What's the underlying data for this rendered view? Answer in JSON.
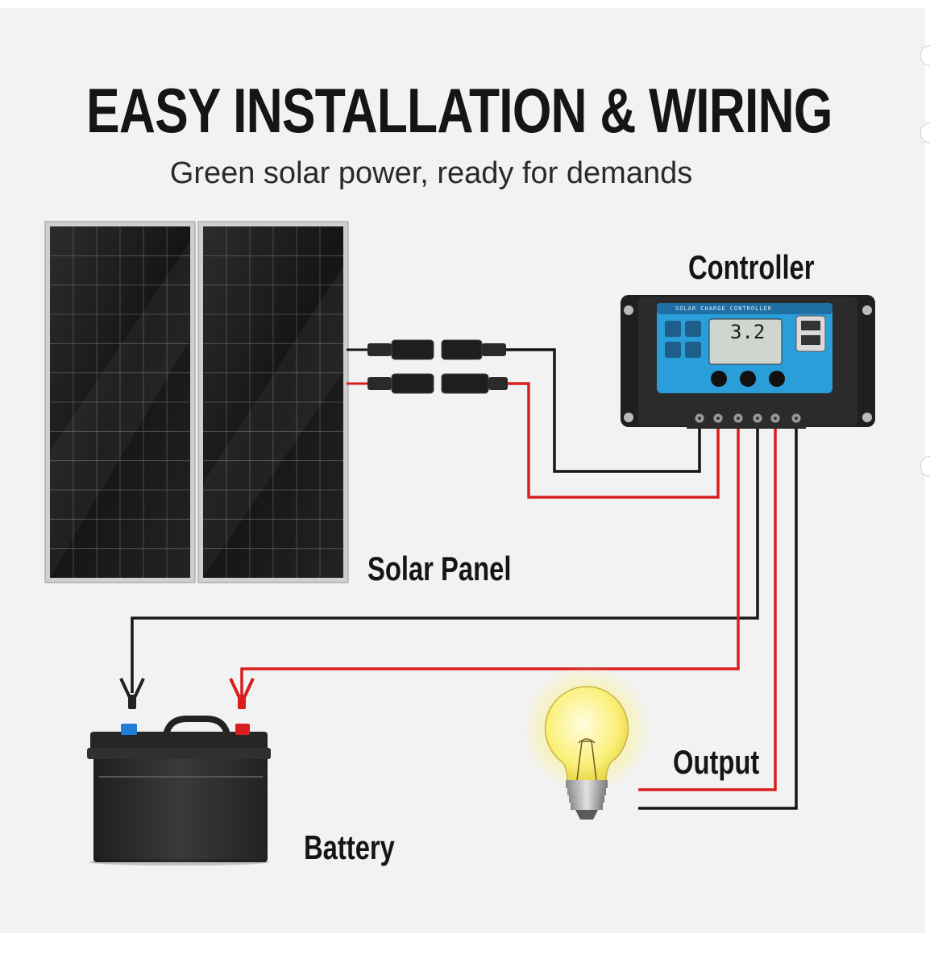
{
  "header": {
    "title": "EASY INSTALLATION & WIRING",
    "subtitle": "Green solar power, ready for demands"
  },
  "labels": {
    "controller": "Controller",
    "solar_panel": "Solar Panel",
    "battery": "Battery",
    "output": "Output"
  },
  "controller_device": {
    "banner": "SOLAR CHARGE CONTROLLER",
    "display_value": "3.2"
  },
  "colors": {
    "wire_positive": "#d81e1e",
    "wire_negative": "#151515",
    "controller_panel": "#2a9ed8",
    "background": "#f2f2f2"
  },
  "icons": [
    "solar-panel-icon",
    "charge-controller-icon",
    "battery-icon",
    "light-bulb-icon",
    "mc4-connector-icon",
    "alligator-clip-icon"
  ]
}
